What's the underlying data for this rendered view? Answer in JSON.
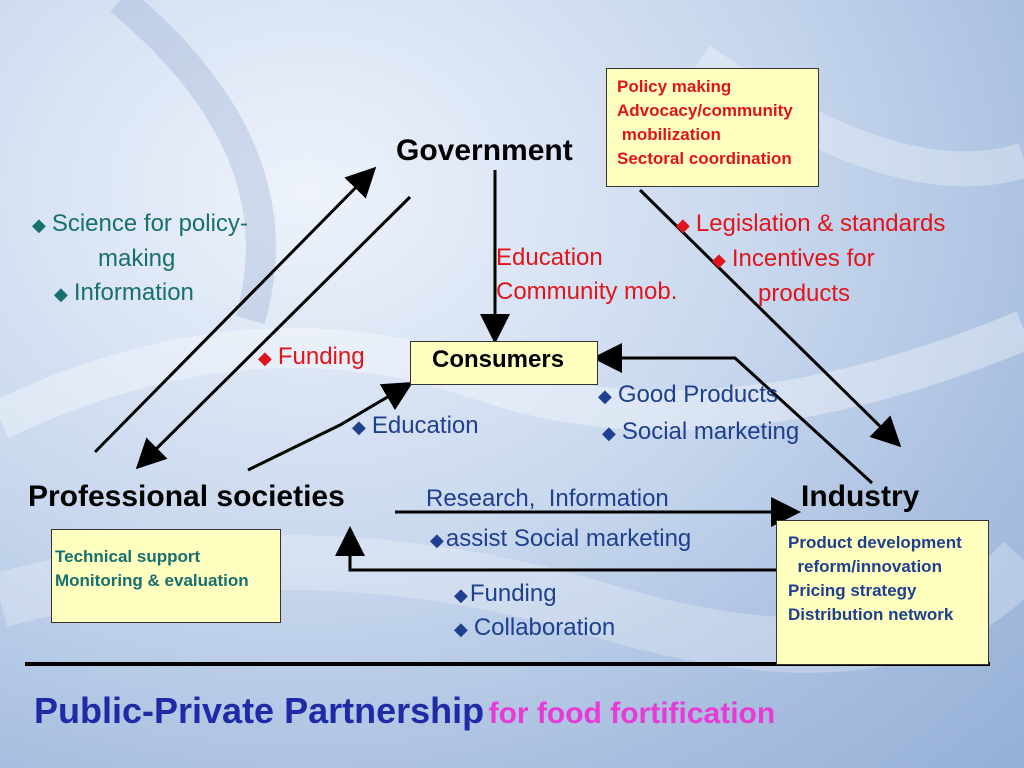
{
  "nodes": {
    "government": "Government",
    "consumers": "Consumers",
    "professional": "Professional societies",
    "industry": "Industry"
  },
  "policy_box": [
    "Policy making",
    "Advocacy/community",
    " mobilization",
    "Sectoral coordination"
  ],
  "science": {
    "line1": "Science for policy-",
    "line2": "making",
    "line3": "Information"
  },
  "gov_to_consumers": {
    "line1": "Education",
    "line2": "Community mob."
  },
  "gov_to_industry": {
    "line1": "Legislation & standards",
    "line2": "Incentives for",
    "line3": "products"
  },
  "funding": "Funding",
  "industry_to_consumers": {
    "line1": "Good Products",
    "line2": "Social marketing"
  },
  "prof_to_consumers": "Education",
  "prof_to_industry": "Research,  Information",
  "industry_to_prof": {
    "line1": "assist Social marketing",
    "line2": "Funding",
    "line3": "Collaboration"
  },
  "tech_box": [
    "Technical support",
    "Monitoring & evaluation"
  ],
  "product_box": [
    "Product development",
    "  reform/innovation",
    "Pricing strategy",
    "Distribution network"
  ],
  "title": {
    "main": "Public-Private Partnership",
    "sub": "for food fortification"
  },
  "colors": {
    "teal": "#17706f",
    "red": "#e0151b",
    "blue": "#1f3f8f",
    "title_blue": "#1e2aa6",
    "title_pink": "#e83ad6",
    "box_yellow": "#ffffc0"
  },
  "icons": {
    "bullet": "diamond-bullet"
  }
}
